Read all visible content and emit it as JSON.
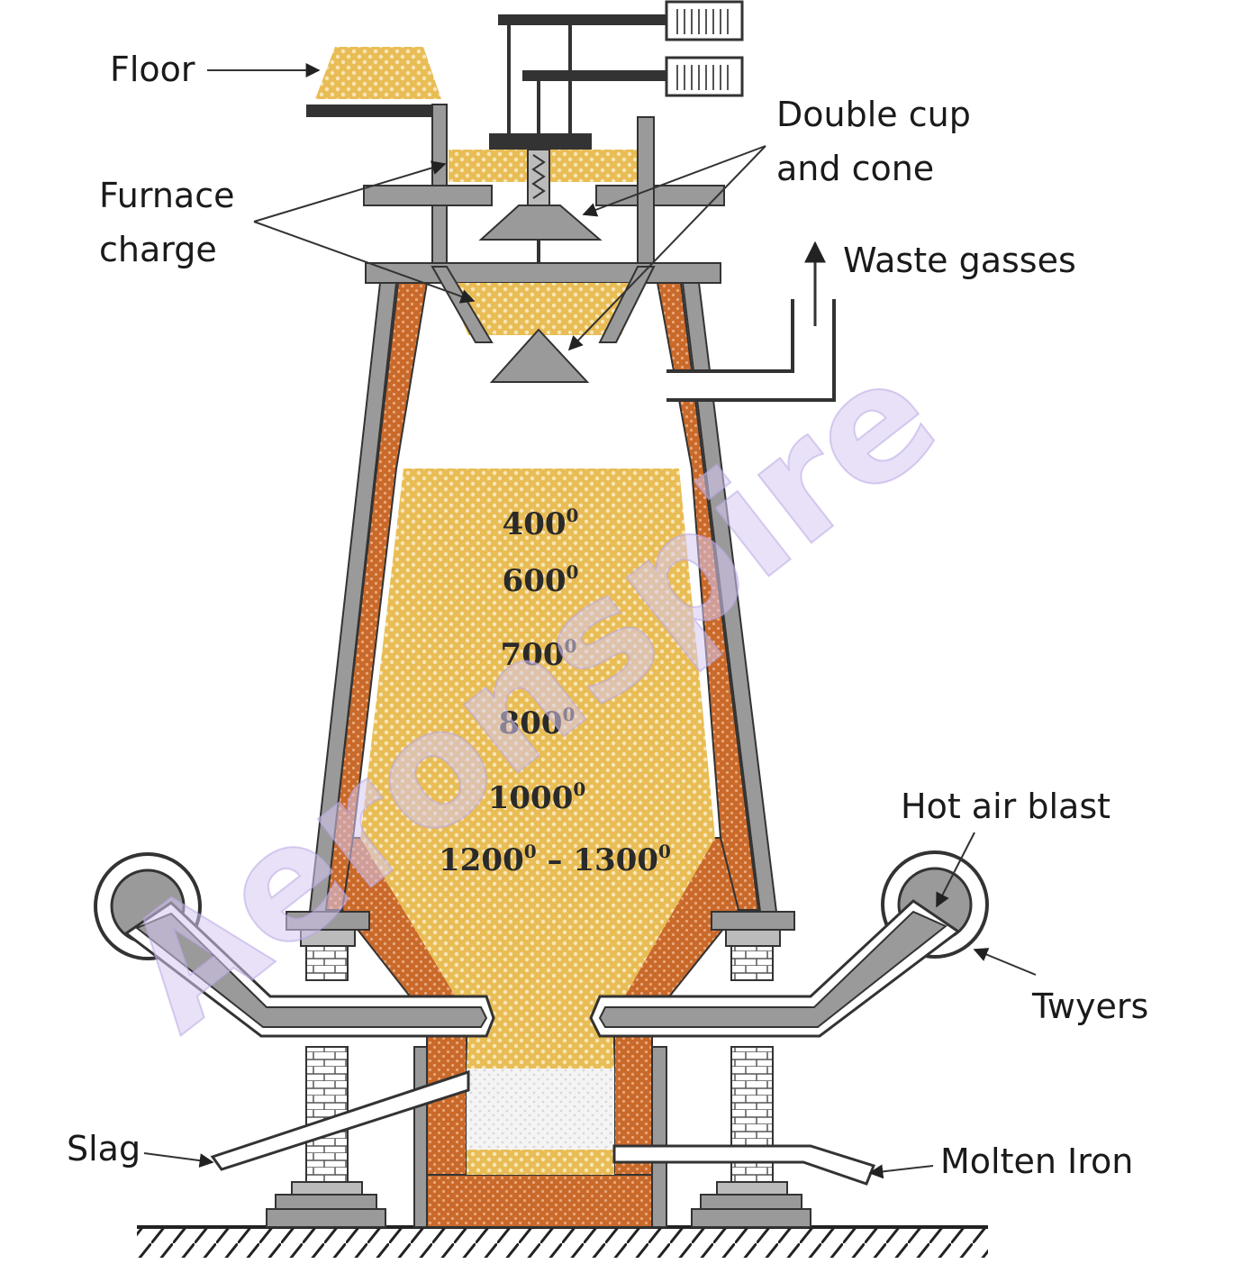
{
  "labels": {
    "floor": "Floor",
    "furnace_charge_1": "Furnace",
    "furnace_charge_2": "charge",
    "double_cup_1": "Double cup",
    "double_cup_2": "and cone",
    "waste_gasses": "Waste gasses",
    "hot_air_blast": "Hot air blast",
    "twyers": "Twyers",
    "slag": "Slag",
    "molten_iron": "Molten Iron"
  },
  "temperatures": [
    {
      "value": "400",
      "sup": "0"
    },
    {
      "value": "600",
      "sup": "0"
    },
    {
      "value": "700",
      "sup": "0"
    },
    {
      "value": "800",
      "sup": "0"
    },
    {
      "value": "1000",
      "sup": "0"
    },
    {
      "value": "1200",
      "sup": "0",
      "value2": "1300",
      "sup2": "0"
    }
  ],
  "watermark": "Aeronspire",
  "colors": {
    "charge": "#e8b84a",
    "brick": "#c9692a",
    "metal": "#9a9a9a",
    "dark": "#333333"
  }
}
